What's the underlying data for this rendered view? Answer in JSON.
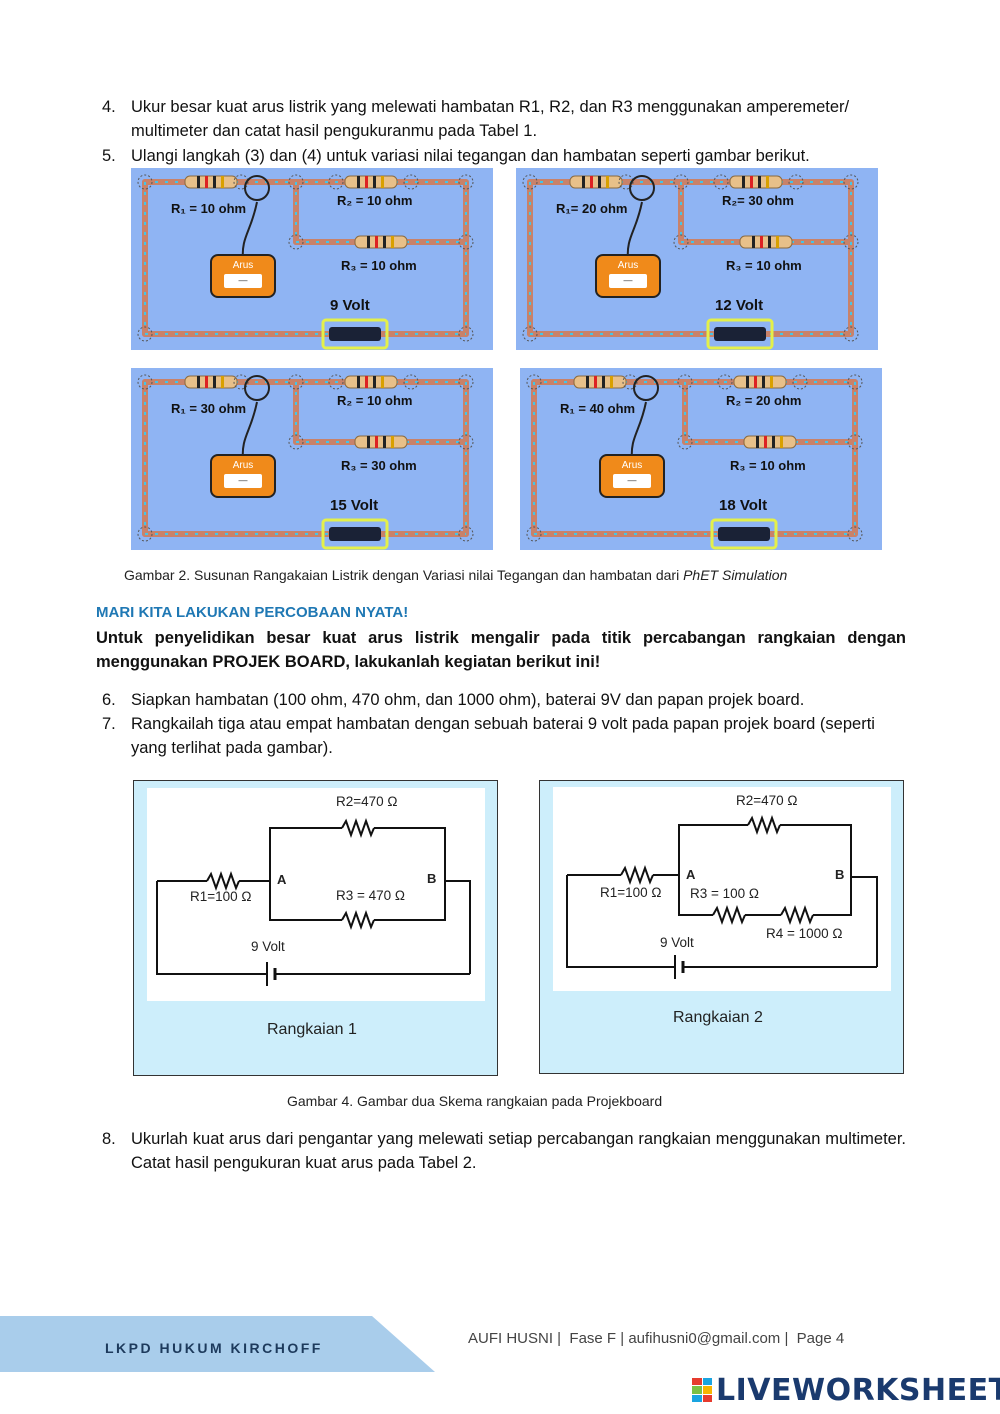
{
  "steps": [
    {
      "num": "4.",
      "text": "Ukur besar kuat arus listrik yang melewati hambatan R1, R2, dan R3 menggunakan amperemeter/ multimeter dan catat hasil pengukuranmu pada Tabel 1."
    },
    {
      "num": "5.",
      "text": "Ulangi langkah (3) dan (4) untuk variasi nilai tegangan dan hambatan seperti gambar berikut."
    },
    {
      "num": "6.",
      "text": "Siapkan hambatan (100 ohm, 470 ohm, dan 1000 ohm), baterai 9V dan papan projek board."
    },
    {
      "num": "7.",
      "text": "Rangkailah tiga atau empat hambatan dengan sebuah baterai 9 volt pada papan projek board (seperti yang terlihat pada gambar)."
    },
    {
      "num": "8.",
      "text": "Ukurlah kuat arus dari pengantar yang melewati setiap percabangan rangkaian menggunakan multimeter. Catat hasil pengukuran kuat arus pada Tabel 2."
    }
  ],
  "simulations": [
    {
      "r1": "R₁ = 10 ohm",
      "r2": "R₂ = 10 ohm",
      "r3": "R₃ = 10 ohm",
      "volt": "9 Volt",
      "meter": "Arus",
      "reading": "—"
    },
    {
      "r1": "R₁= 20 ohm",
      "r2": "R₂= 30 ohm",
      "r3": "R₃ = 10 ohm",
      "volt": "12 Volt",
      "meter": "Arus",
      "reading": "—"
    },
    {
      "r1": "R₁ = 30 ohm",
      "r2": "R₂ = 10 ohm",
      "r3": "R₃ = 30 ohm",
      "volt": "15 Volt",
      "meter": "Arus",
      "reading": "—"
    },
    {
      "r1": "R₁ = 40 ohm",
      "r2": "R₂ = 20 ohm",
      "r3": "R₃ = 10 ohm",
      "volt": "18 Volt",
      "meter": "Arus",
      "reading": "—"
    }
  ],
  "caption_fig2": {
    "text": "Gambar 2. Susunan Rangakaian Listrik dengan Variasi nilai Tegangan dan hambatan dari ",
    "italic": "PhET Simulation"
  },
  "section_heading": "MARI KITA LAKUKAN PERCOBAAN NYATA!",
  "section_intro": "Untuk penyelidikan besar kuat arus listrik mengalir pada titik percabangan rangkaian dengan menggunakan PROJEK BOARD, lakukanlah kegiatan  berikut ini!",
  "circuit1": {
    "title": "Rangkaian 1",
    "r1": "R1=100 Ω",
    "r2": "R2=470 Ω",
    "r3": "R3 = 470 Ω",
    "volt": "9 Volt",
    "node_a": "A",
    "node_b": "B"
  },
  "circuit2": {
    "title": "Rangkaian 2",
    "r1": "R1=100 Ω",
    "r2": "R2=470 Ω",
    "r3": "R3 = 100 Ω",
    "r4": "R4 = 1000 Ω",
    "volt": "9 Volt",
    "node_a": "A",
    "node_b": "B"
  },
  "caption_fig4": "Gambar 4. Gambar dua Skema rangkaian pada Projekboard",
  "footer": {
    "left": "LKPD HUKUM KIRCHOFF",
    "right": "AUFI HUSNI |  Fase F | aufihusni0@gmail.com |  Page 4",
    "band_color": "#a9cdeb"
  },
  "logo": {
    "text": "LIVEWORKSHEETS",
    "color": "#1a3a6e"
  }
}
